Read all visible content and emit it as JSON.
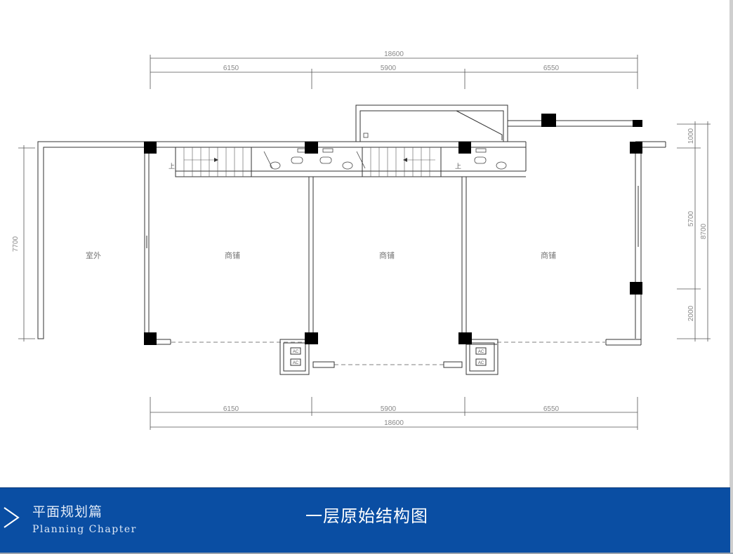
{
  "slide": {
    "chapter_cn": "平面规划篇",
    "chapter_en": "Planning Chapter",
    "title": "一层原始结构图"
  },
  "plan": {
    "dims_top": {
      "total": "18600",
      "segments": [
        "6150",
        "5900",
        "6550"
      ]
    },
    "dims_bottom": {
      "total": "18600",
      "segments": [
        "6150",
        "5900",
        "6550"
      ]
    },
    "dims_right": {
      "total": "8700",
      "segments": [
        "1000",
        "5700",
        "2000"
      ]
    },
    "dims_left": {
      "total": "7700"
    },
    "rooms": [
      "室外",
      "商铺",
      "商铺",
      "商铺"
    ],
    "stair_marks": [
      "上",
      "上"
    ],
    "ac_labels": [
      "AC",
      "AC",
      "AC",
      "AC"
    ]
  },
  "colors": {
    "footer_bg": "#0a4ea3",
    "footer_text": "#dfe9f7",
    "title_text": "#ffffff"
  }
}
